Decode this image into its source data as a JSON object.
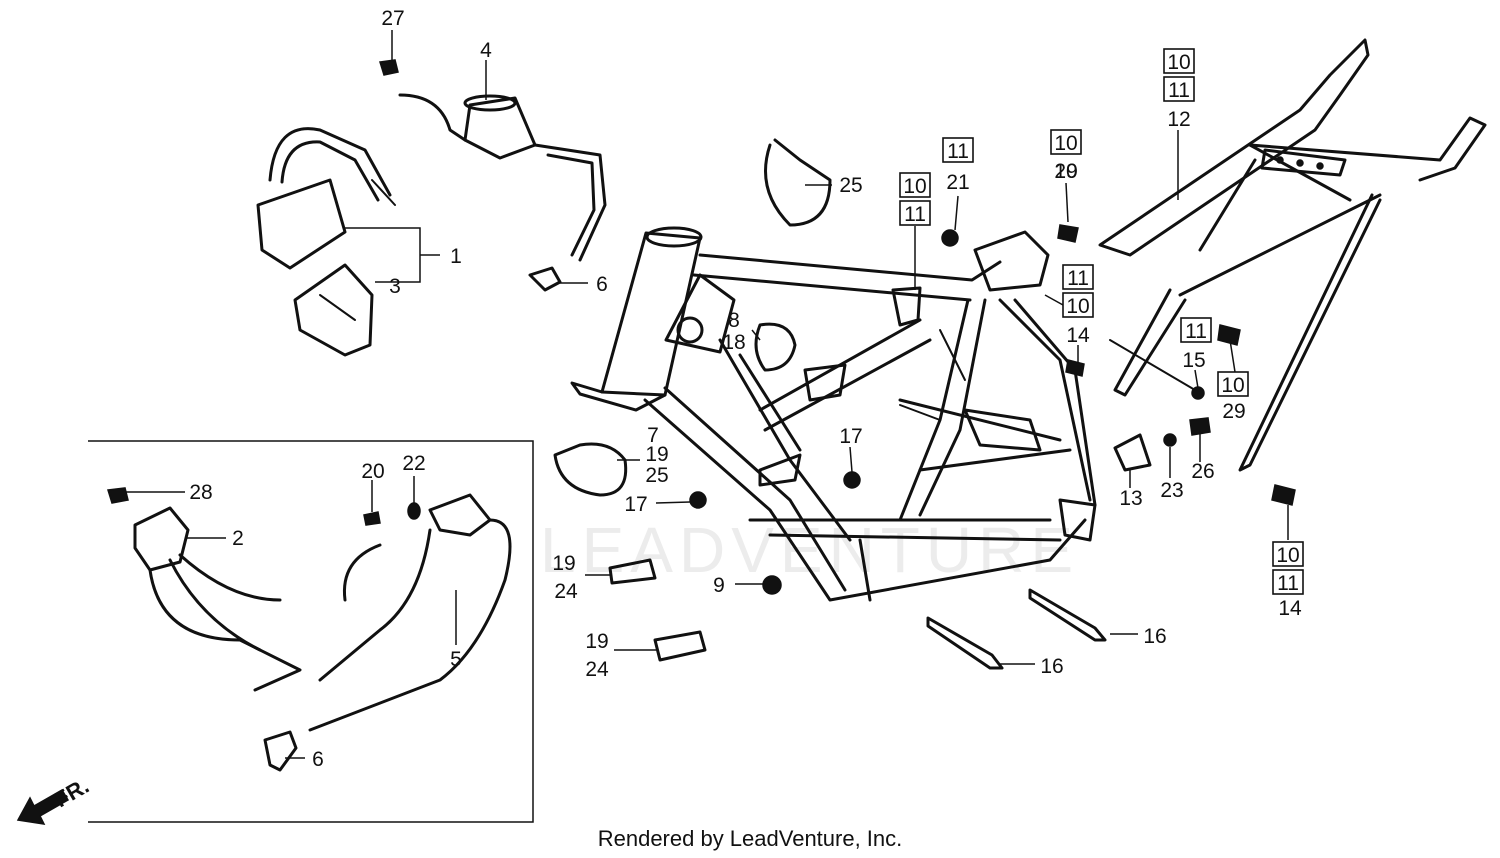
{
  "footer": {
    "text": "Rendered by LeadVenture, Inc."
  },
  "watermark": {
    "text": "LEADVENTURE"
  },
  "front_marker": {
    "label": "FR."
  },
  "callouts": [
    "1",
    "2",
    "3",
    "4",
    "5",
    "6",
    "6",
    "7",
    "8",
    "9",
    "12",
    "13",
    "14",
    "14",
    "15",
    "16",
    "16",
    "17",
    "17",
    "18",
    "19",
    "25",
    "19",
    "24",
    "19",
    "24",
    "20",
    "21",
    "22",
    "23",
    "25",
    "26",
    "27",
    "28",
    "29",
    "29"
  ],
  "boxed_labels": [
    "10",
    "11",
    "10",
    "11",
    "11",
    "10",
    "10",
    "10",
    "11",
    "11",
    "10",
    "10",
    "11"
  ]
}
